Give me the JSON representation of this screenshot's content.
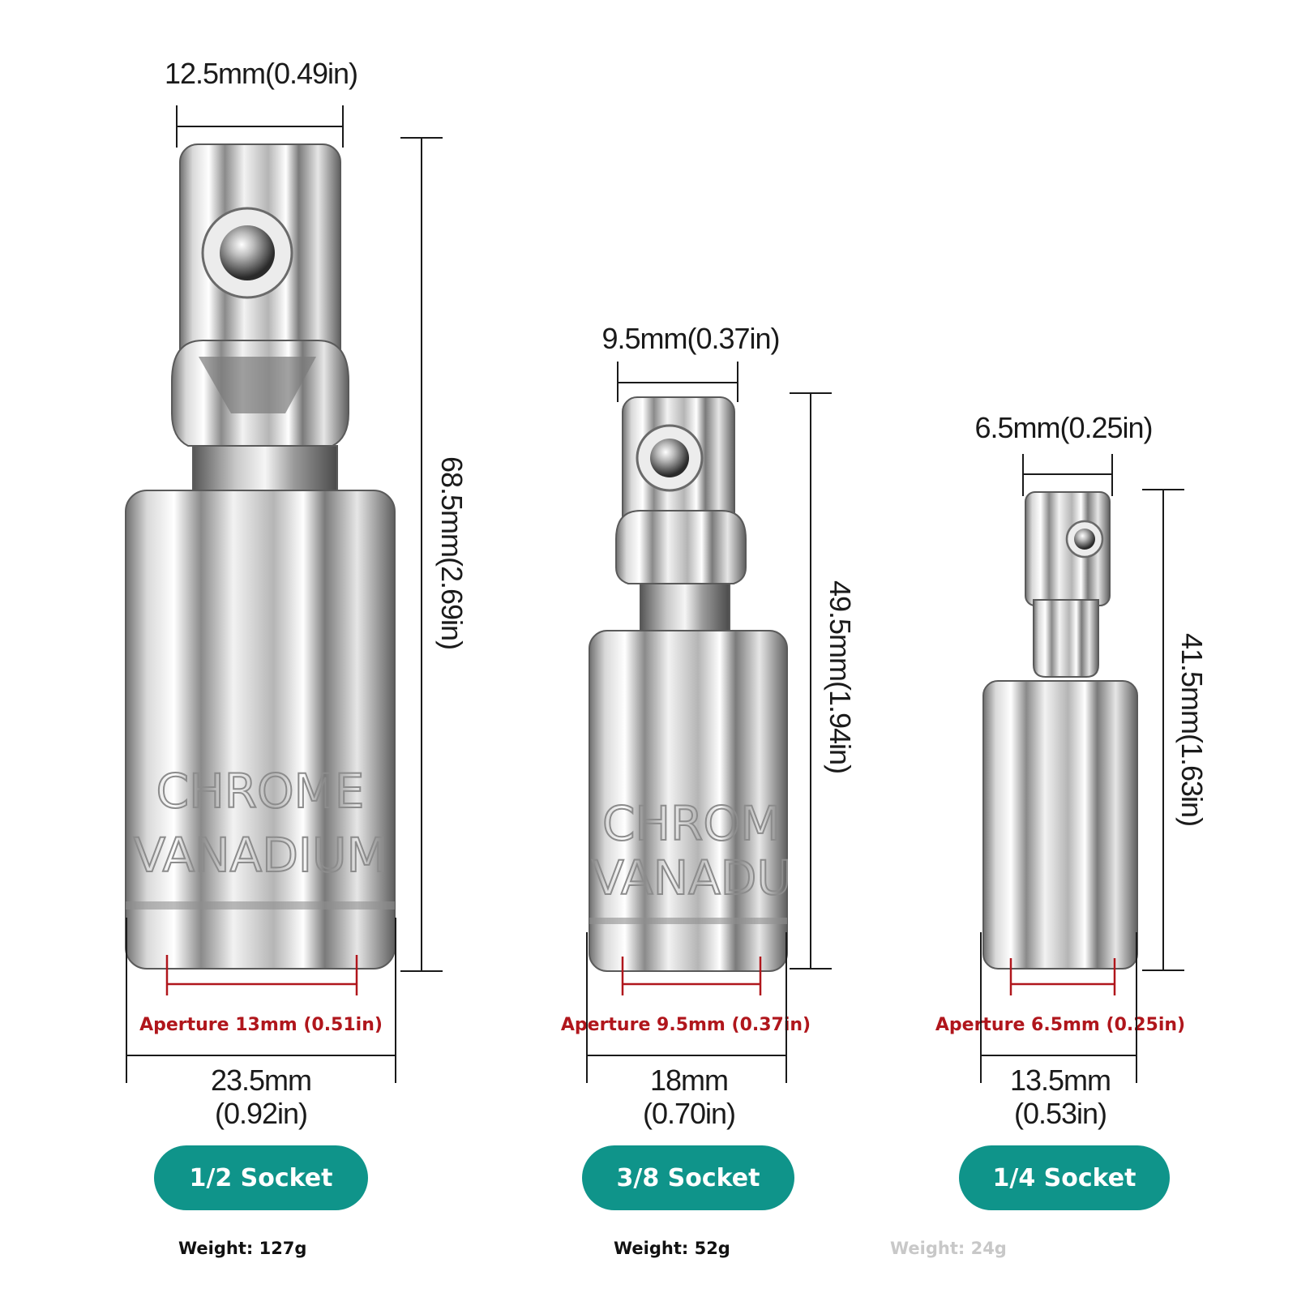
{
  "colors": {
    "accent": "#0f948a",
    "aperture": "#b0161c",
    "faded": "#c8c8c8"
  },
  "sockets": [
    {
      "drive_size": "12.5mm(0.49in)",
      "length": "68.5mm(2.69in)",
      "aperture": "Aperture 13mm (0.51in)",
      "diameter_mm": "23.5mm",
      "diameter_in": "(0.92in)",
      "label": "1/2 Socket",
      "weight": "Weight: 127g",
      "stamp_line1": "CHROME",
      "stamp_line2": "VANADIUM"
    },
    {
      "drive_size": "9.5mm(0.37in)",
      "length": "49.5mm(1.94in)",
      "aperture": "Aperture 9.5mm (0.37in)",
      "diameter_mm": "18mm",
      "diameter_in": "(0.70in)",
      "label": "3/8 Socket",
      "weight": "Weight: 52g",
      "stamp_line1": "CHROM",
      "stamp_line2": "VANADU"
    },
    {
      "drive_size": "6.5mm(0.25in)",
      "length": "41.5mm(1.63in)",
      "aperture": "Aperture 6.5mm (0.25in)",
      "diameter_mm": "13.5mm",
      "diameter_in": "(0.53in)",
      "label": "1/4 Socket",
      "weight": "Weight: 24g"
    }
  ]
}
